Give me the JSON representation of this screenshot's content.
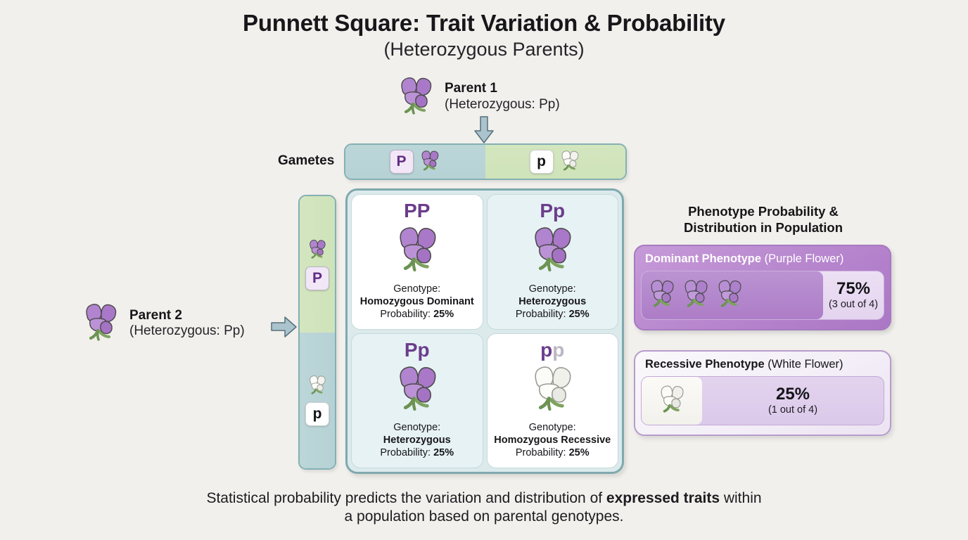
{
  "title": {
    "main": "Punnett Square: Trait Variation & Probability",
    "sub": "(Heterozygous Parents)"
  },
  "parent1": {
    "name": "Parent 1",
    "genotype": "(Heterozygous: Pp)",
    "flower_icon": "purple-flower-icon",
    "arrow_icon": "arrow-down-icon"
  },
  "parent2": {
    "name": "Parent 2",
    "genotype": "(Heterozygous: Pp)",
    "flower_icon": "purple-flower-icon",
    "arrow_icon": "arrow-right-icon"
  },
  "gametes": {
    "label": "Gametes",
    "top_row": [
      {
        "allele": "P",
        "type": "dominant",
        "flower_icon": "purple-flower-icon"
      },
      {
        "allele": "p",
        "type": "recessive",
        "flower_icon": "white-flower-icon"
      }
    ],
    "left_column": [
      {
        "allele": "P",
        "type": "dominant",
        "flower_icon": "purple-flower-icon"
      },
      {
        "allele": "p",
        "type": "recessive",
        "flower_icon": "white-flower-icon"
      }
    ]
  },
  "punnett_cells": [
    {
      "letters": "PP",
      "allele1": "P",
      "allele2": "P",
      "allele2_recessive": false,
      "flower_icon": "purple-flower-icon",
      "genotype_label": "Genotype:",
      "genotype_value": "Homozygous Dominant",
      "probability_label": "Probability: ",
      "probability_value": "25%"
    },
    {
      "letters": "Pp",
      "allele1": "P",
      "allele2": "p",
      "allele2_recessive": false,
      "flower_icon": "purple-flower-icon",
      "genotype_label": "Genotype:",
      "genotype_value": "Heterozygous",
      "probability_label": "Probability: ",
      "probability_value": "25%"
    },
    {
      "letters": "Pp",
      "allele1": "P",
      "allele2": "p",
      "allele2_recessive": false,
      "flower_icon": "purple-flower-icon",
      "genotype_label": "Genotype:",
      "genotype_value": "Heterozygous",
      "probability_label": "Probability: ",
      "probability_value": "25%"
    },
    {
      "letters": "pp",
      "allele1": "p",
      "allele2": "p",
      "allele2_recessive": true,
      "flower_icon": "white-flower-icon",
      "genotype_label": "Genotype:",
      "genotype_value": "Homozygous Recessive",
      "probability_label": "Probability: ",
      "probability_value": "25%"
    }
  ],
  "right_panel": {
    "title_line1": "Phenotype Probability &",
    "title_line2": "Distribution in Population",
    "dominant": {
      "title_strong": "Dominant Phenotype",
      "title_light": " (Purple Flower)",
      "percent": "75%",
      "fraction": "(3 out of 4)",
      "fill_ratio": 75,
      "flower_count": 3,
      "flower_icon": "purple-flower-icon"
    },
    "recessive": {
      "title_strong": "Recessive Phenotype",
      "title_light": " (White Flower)",
      "percent": "25%",
      "fraction": "(1 out of 4)",
      "fill_ratio": 25,
      "flower_count": 1,
      "flower_icon": "white-flower-icon"
    }
  },
  "footer": {
    "text_part1": "Statistical probability predicts the variation and distribution of ",
    "text_bold": "expressed traits",
    "text_part2": " within a population based on parental genotypes."
  },
  "colors": {
    "background": "#f1f0ec",
    "teal_border": "#7fa9ae",
    "teal_fill": "#bcd6d8",
    "green_fill": "#d3e6bf",
    "purple_dominant": "#6b3d8c",
    "purple_flower": "#b07fd0",
    "gray_recessive": "#bdb6c3",
    "arrow_blue": "#aac3cc",
    "card_purple": "#b685cd",
    "card_lavender": "#e4d4ef"
  }
}
